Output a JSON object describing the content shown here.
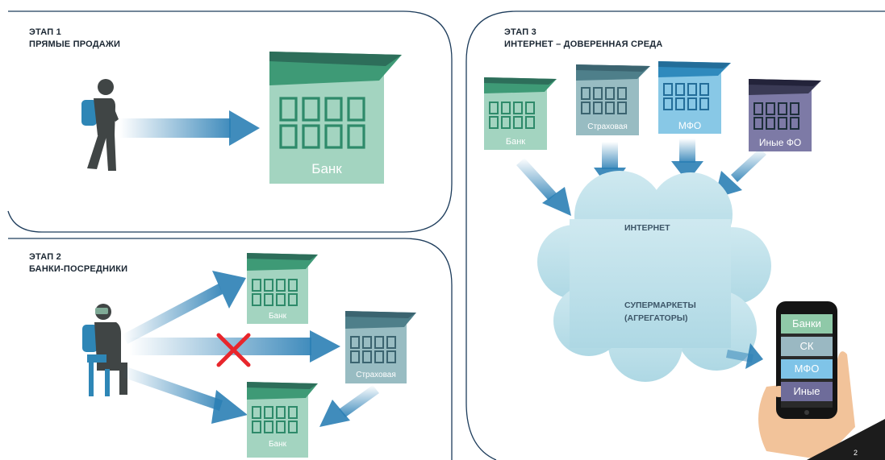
{
  "stage1": {
    "title": "ЭТАП 1",
    "subtitle": "ПРЯМЫЕ ПРОДАЖИ",
    "bank_label": "Банк"
  },
  "stage2": {
    "title": "ЭТАП 2",
    "subtitle": "БАНКИ-ПОСРЕДНИКИ",
    "bank_top_label": "Банк",
    "insurer_label": "Страховая",
    "bank_bottom_label": "Банк"
  },
  "stage3": {
    "title": "ЭТАП 3",
    "subtitle": "ИНТЕРНЕТ – ДОВЕРЕННАЯ СРЕДА",
    "bank_label": "Банк",
    "insurer_label": "Страховая",
    "mfo_label": "МФО",
    "other_label": "Иные ФО",
    "cloud_title": "ИНТЕРНЕТ",
    "cloud_line1": "СУПЕРМАРКЕТЫ",
    "cloud_line2": "(АГРЕГАТОРЫ)",
    "phone_items": [
      "Банки",
      "СК",
      "МФО",
      "Иные"
    ]
  },
  "page_number": "2",
  "colors": {
    "green": "#3e9a76",
    "bank": "#a3d4c0",
    "insurer": "#98bcc2",
    "mfo": "#88c8e6",
    "other": "#7d7aa6",
    "cloud": "#bfe1ea",
    "frame": "#1e3d5c"
  }
}
